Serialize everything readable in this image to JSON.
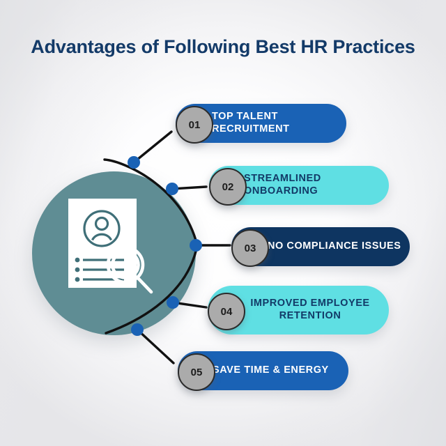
{
  "page": {
    "title": "Advantages of Following Best HR Practices"
  },
  "illustration": {
    "name": "hr-resume-search-illustration",
    "circle_color": "#5f8d94",
    "document_color": "#ffffff",
    "line_color": "#3f6f78",
    "elements": [
      "person-avatar",
      "bullet-lines",
      "magnifying-glass"
    ]
  },
  "connector": {
    "arc_color": "#111111",
    "node_color": "#1a62b5",
    "nodes": 5
  },
  "items": [
    {
      "number": "01",
      "label": "TOP TALENT RECRUITMENT",
      "pill_color": "#1a62b5",
      "text_color": "#ffffff",
      "badge_color": "#ababab"
    },
    {
      "number": "02",
      "label": "STREAMLINED ONBOARDING",
      "pill_color": "#5fdfe3",
      "text_color": "#123a67",
      "badge_color": "#ababab"
    },
    {
      "number": "03",
      "label": "NO COMPLIANCE ISSUES",
      "pill_color": "#0e3561",
      "text_color": "#ffffff",
      "badge_color": "#ababab"
    },
    {
      "number": "04",
      "label": "IMPROVED EMPLOYEE\nRETENTION",
      "pill_color": "#5fdfe3",
      "text_color": "#123a67",
      "badge_color": "#ababab"
    },
    {
      "number": "05",
      "label": "SAVE TIME & ENERGY",
      "pill_color": "#1a62b5",
      "text_color": "#ffffff",
      "badge_color": "#ababab"
    }
  ],
  "theme": {
    "background_start": "#ffffff",
    "background_end": "#e6e6e9",
    "title_color": "#133a68"
  }
}
